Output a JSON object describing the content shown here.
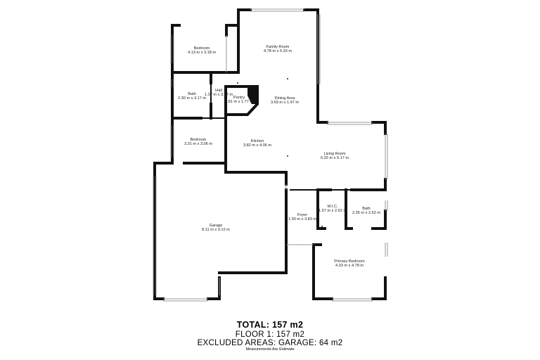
{
  "rooms": [
    {
      "id": "bedroom-1",
      "name": "Bedroom",
      "dims": "4.13 m x 3.18 m"
    },
    {
      "id": "family-room",
      "name": "Family Room",
      "dims": "4.78 m x 5.33 m"
    },
    {
      "id": "bath-1",
      "name": "Bath",
      "dims": "2.30 m x 3.17 m"
    },
    {
      "id": "hall",
      "name": "Hall",
      "dims": "1.32 m x 3.17 m"
    },
    {
      "id": "pantry",
      "name": "Pantry",
      "dims": "1.81 m x 1.77 m"
    },
    {
      "id": "dining-area",
      "name": "Dining Area",
      "dims": "3.69 m x 1.97 m"
    },
    {
      "id": "bedroom-2",
      "name": "Bedroom",
      "dims": "3.31 m x 3.06 m"
    },
    {
      "id": "kitchen",
      "name": "Kitchen",
      "dims": "3.82 m x 4.06 m"
    },
    {
      "id": "living-room",
      "name": "Living Room",
      "dims": "6.02 m x 5.17 m"
    },
    {
      "id": "wic",
      "name": "W.I.C.",
      "dims": "1.57 m x 2.62 m"
    },
    {
      "id": "bath-2",
      "name": "Bath",
      "dims": "2.35 m x 2.62 m"
    },
    {
      "id": "foyer",
      "name": "Foyer",
      "dims": "1.90 m x 3.83 m"
    },
    {
      "id": "garage",
      "name": "Garage",
      "dims": "8.11 m x 9.12 m"
    },
    {
      "id": "primary-bedroom",
      "name": "Primary Bedroom",
      "dims": "4.33 m x 4.78 m"
    }
  ],
  "summary": {
    "total": "TOTAL: 157 m2",
    "floor": "FLOOR 1: 157 m2",
    "excluded": "EXCLUDED AREAS: GARAGE: 64 m2",
    "note": "Measurements Are Estimate"
  }
}
